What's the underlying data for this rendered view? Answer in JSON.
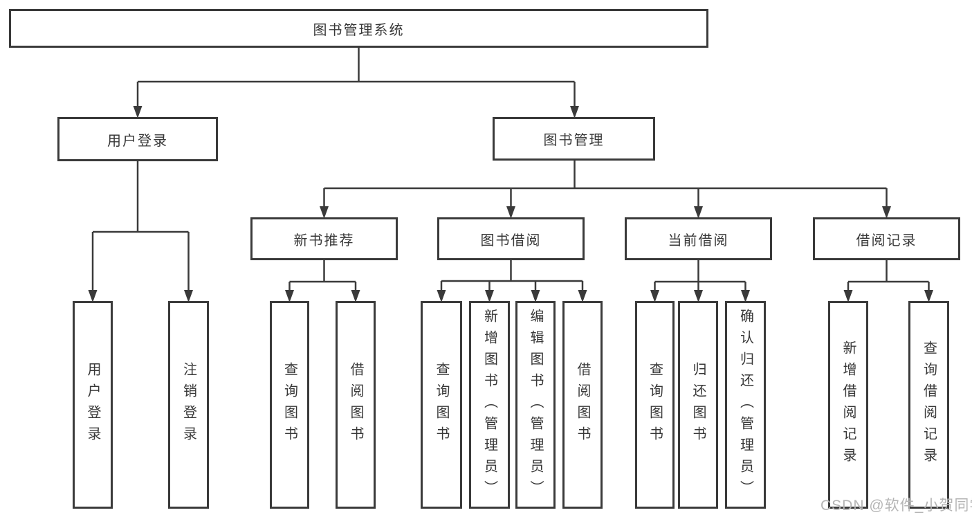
{
  "diagram": {
    "title": "图书管理系统",
    "type": "hierarchy-tree",
    "colors": {
      "line": "#3a3a3a",
      "box_border": "#3a3a3a",
      "box_fill": "#ffffff",
      "text": "#383838",
      "watermark": "#b5b5b5",
      "background": "#ffffff"
    },
    "nodes": {
      "root": {
        "label": "图书管理系统"
      },
      "userLogin": {
        "label": "用户登录"
      },
      "bookMgmt": {
        "label": "图书管理"
      },
      "newBookRec": {
        "label": "新书推荐"
      },
      "bookBorrow": {
        "label": "图书借阅"
      },
      "currentBorrow": {
        "label": "当前借阅"
      },
      "borrowRecords": {
        "label": "借阅记录"
      },
      "leafUserLogin": {
        "label": "用户登录"
      },
      "leafLogout": {
        "label": "注销登录"
      },
      "leafQueryBook1": {
        "label": "查询图书"
      },
      "leafBorrowBook1": {
        "label": "借阅图书"
      },
      "leafQueryBook2": {
        "label": "查询图书"
      },
      "leafAddBook": {
        "label": "新增图书（管理员）"
      },
      "leafEditBook": {
        "label": "编辑图书（管理员）"
      },
      "leafBorrowBook2": {
        "label": "借阅图书"
      },
      "leafQueryBook3": {
        "label": "查询图书"
      },
      "leafReturnBook": {
        "label": "归还图书"
      },
      "leafConfirmReturn": {
        "label": "确认归还（管理员）"
      },
      "leafAddRecord": {
        "label": "新增借阅记录"
      },
      "leafQueryRecord": {
        "label": "查询借阅记录"
      }
    },
    "edges": [
      [
        "root",
        "userLogin"
      ],
      [
        "root",
        "bookMgmt"
      ],
      [
        "userLogin",
        "leafUserLogin"
      ],
      [
        "userLogin",
        "leafLogout"
      ],
      [
        "bookMgmt",
        "newBookRec"
      ],
      [
        "bookMgmt",
        "bookBorrow"
      ],
      [
        "bookMgmt",
        "currentBorrow"
      ],
      [
        "bookMgmt",
        "borrowRecords"
      ],
      [
        "newBookRec",
        "leafQueryBook1"
      ],
      [
        "newBookRec",
        "leafBorrowBook1"
      ],
      [
        "bookBorrow",
        "leafQueryBook2"
      ],
      [
        "bookBorrow",
        "leafAddBook"
      ],
      [
        "bookBorrow",
        "leafEditBook"
      ],
      [
        "bookBorrow",
        "leafBorrowBook2"
      ],
      [
        "currentBorrow",
        "leafQueryBook3"
      ],
      [
        "currentBorrow",
        "leafReturnBook"
      ],
      [
        "currentBorrow",
        "leafConfirmReturn"
      ],
      [
        "borrowRecords",
        "leafAddRecord"
      ],
      [
        "borrowRecords",
        "leafQueryRecord"
      ]
    ],
    "watermark": "CSDN @软件_小贺同学"
  }
}
